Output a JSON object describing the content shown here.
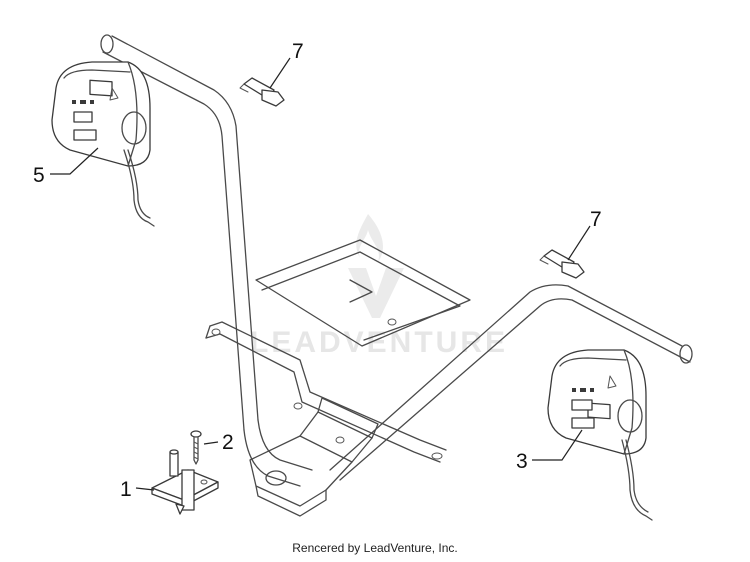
{
  "callouts": {
    "c1": "1",
    "c2": "2",
    "c3": "3",
    "c5": "5",
    "c7a": "7",
    "c7b": "7"
  },
  "watermark": "LEADVENTURE",
  "footer": "Rencered by LeadVenture, Inc."
}
